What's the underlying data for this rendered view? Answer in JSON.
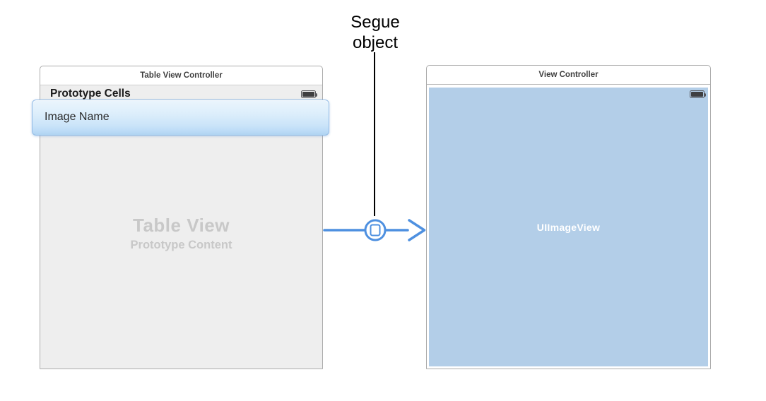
{
  "annotation": {
    "line1": "Segue",
    "line2": "object"
  },
  "table_view_controller": {
    "title": "Table View Controller",
    "prototype_cells_label": "Prototype Cells",
    "selected_cell_label": "Image Name",
    "placeholder_title": "Table View",
    "placeholder_subtitle": "Prototype Content"
  },
  "view_controller": {
    "title": "View Controller",
    "image_view_label": "UIImageView"
  },
  "icons": {
    "battery": "battery-icon",
    "segue": "segue-icon"
  },
  "colors": {
    "segue_blue": "#4E90E0",
    "view_content_blue": "#B3CEE8",
    "table_background": "#EEEEEE",
    "cell_border": "#94BCE6",
    "cell_gradient_top": "#EBF5FD",
    "cell_gradient_bottom": "#AFD4F2",
    "frame_border": "#ABABAB",
    "placeholder_text": "#C8C8C8",
    "battery": "#3E3E40"
  }
}
